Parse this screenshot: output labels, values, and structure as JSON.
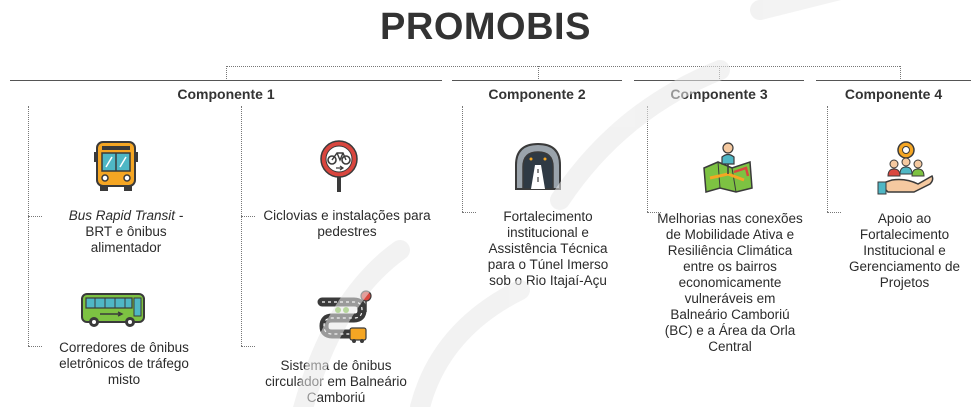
{
  "title": "PROMOBIS",
  "components": [
    {
      "label": "Componente 1"
    },
    {
      "label": "Componente 2"
    },
    {
      "label": "Componente 3"
    },
    {
      "label": "Componente 4"
    }
  ],
  "items": {
    "brt_italic": "Bus Rapid Transit -",
    "brt_rest": "BRT e ônibus alimentador",
    "ciclovias": "Ciclovias e instalações para pedestres",
    "corredores": "Corredores de ônibus eletrônicos de tráfego misto",
    "circulador": "Sistema de ônibus circulador em Balneário Camboriú",
    "tunel": "Fortalecimento institucional e Assistência Técnica para o Túnel Imerso sob o Rio Itajaí-Açu",
    "mobilidade": "Melhorias nas conexões de Mobilidade Ativa e Resiliência Climática entre os bairros economicamente vulneráveis em Balneário Camboriú (BC) e a Área da Orla Central",
    "apoio": "Apoio ao Fortalecimento Institucional e Gerenciamento de Projetos"
  },
  "icons": [
    "bus-icon",
    "bicycle-sign-icon",
    "electric-bus-icon",
    "circulator-route-icon",
    "tunnel-icon",
    "map-pin-person-icon",
    "support-hands-icon"
  ],
  "colors": {
    "orange": "#F5A623",
    "teal": "#4FB7C5",
    "green": "#7DC242",
    "red": "#D9463E",
    "dark": "#3A3A3A"
  }
}
